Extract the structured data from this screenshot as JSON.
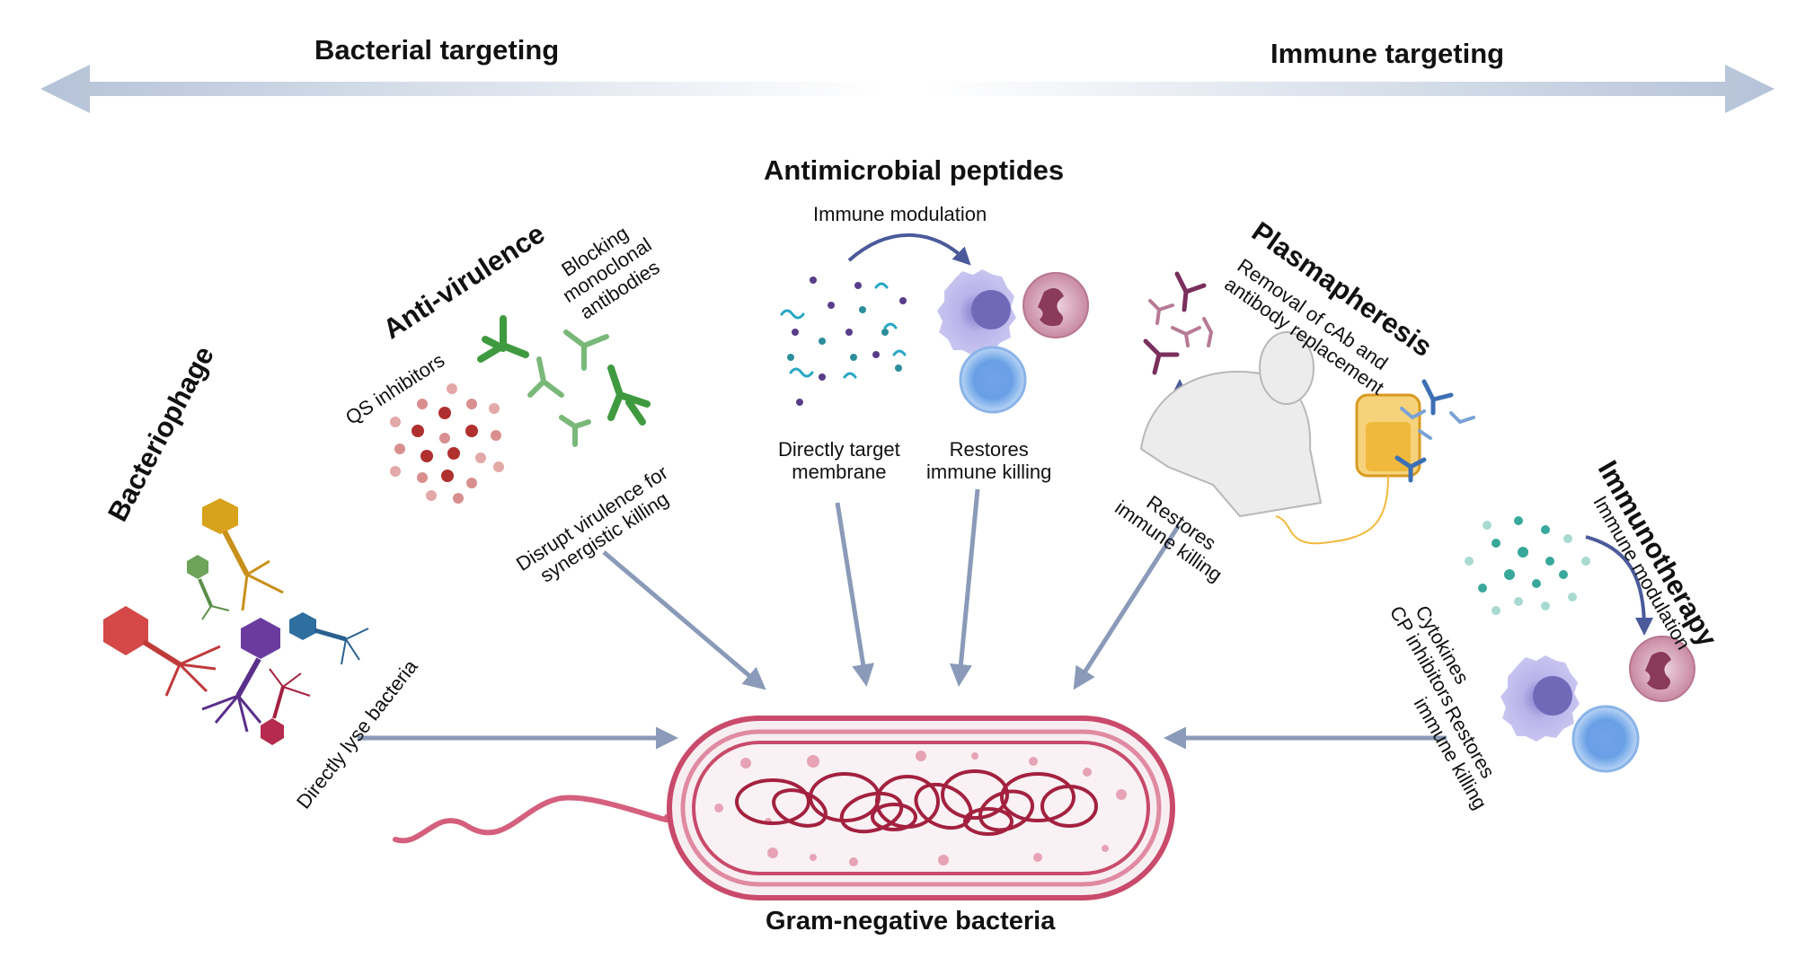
{
  "axis": {
    "left_label": "Bacterial targeting",
    "right_label": "Immune targeting"
  },
  "sections": {
    "bacteriophage": {
      "title": "Bacteriophage",
      "action": "Directly lyse bacteria"
    },
    "anti_virulence": {
      "title": "Anti-virulence",
      "qs": "QS inhibitors",
      "antibodies": "Blocking\nmonoclonal\nantibodies",
      "action": "Disrupt virulence for\nsynergistic killing"
    },
    "antimicrobial_peptides": {
      "title": "Antimicrobial peptides",
      "modulation": "Immune modulation",
      "action_left": "Directly target\nmembrane",
      "action_right": "Restores\nimmune killing"
    },
    "plasmapheresis": {
      "title": "Plasmapheresis",
      "description": "Removal of cAb and\nantibody replacement",
      "action": "Restores\nimmune killing"
    },
    "immunotherapy": {
      "title": "Immunotherapy",
      "modulation": "Immune modulation",
      "agents": "Cytokines\nCP inhibitors",
      "action": "Restores\nimmune killing"
    }
  },
  "center": {
    "label": "Gram-negative bacteria"
  },
  "colors": {
    "arrow": "#8a9ab8",
    "axis_arrow": "#b9c6d9",
    "bacterium": "#c94a6a",
    "bacterium_fill": "#f7eef2",
    "dna": "#a3213f",
    "phage_red": "#d44848",
    "phage_gold": "#d8a21c",
    "phage_green": "#6da35a",
    "phage_purple": "#6b3b9e",
    "phage_blue": "#2f6fa0",
    "phage_crimson": "#b52a4e",
    "antibody_green": "#4aa34a",
    "antibody_purple": "#7a2f5c",
    "antibody_blue": "#3d6fb4",
    "peptide": "#27a7c4",
    "immune_purple": "#a6a0e0",
    "immune_pink": "#c68aa0",
    "immune_blue": "#7aaee8",
    "teal_dots": "#38a89a",
    "blood_bag": "#f0b93c"
  }
}
